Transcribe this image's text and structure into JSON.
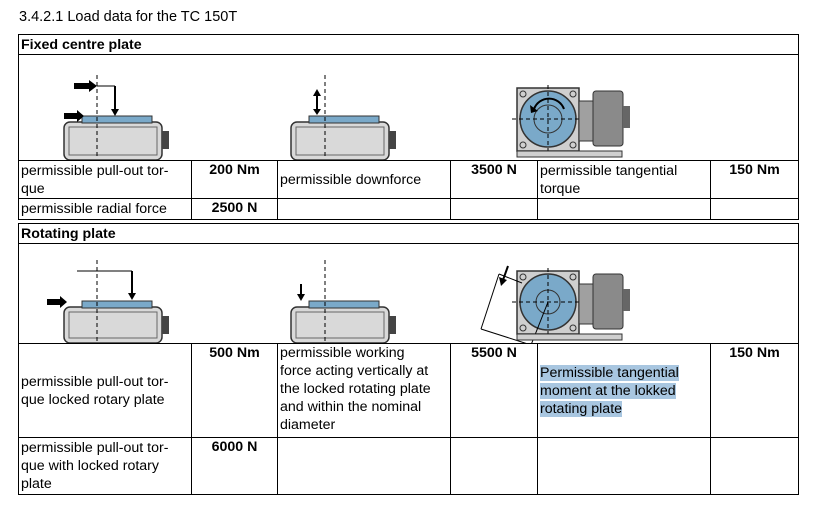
{
  "heading": "3.4.2.1 Load data for the TC 150T",
  "fixed": {
    "title": "Fixed centre plate",
    "row1": {
      "pullout_label": "permissible pull-out tor-\nque",
      "pullout_value": "200 Nm",
      "down_label": "permissible downforce",
      "down_value": "3500 N",
      "tang_label": "permissible tangential\ntorque",
      "tang_value": "150 Nm"
    },
    "row2": {
      "radial_label": "permissible radial force",
      "radial_value": "2500 N"
    }
  },
  "rotating": {
    "title": "Rotating plate",
    "row1": {
      "pullout_label": "permissible pull-out tor-\nque locked rotary plate",
      "pullout_value": "500 Nm",
      "force_label": "permissible working\nforce acting vertically at\nthe locked rotating plate\nand within the nominal\ndiameter",
      "force_value": "5500 N",
      "tang_label": "Permissible tangential\nmoment at the lokked\nrotating plate",
      "tang_value": "150 Nm"
    },
    "row2": {
      "pullout_label": "permissible pull-out tor-\nque with locked rotary\nplate",
      "pullout_value": "6000 N"
    }
  },
  "colors": {
    "plate": "#7aa9c9",
    "body": "#d9d9d9",
    "motor": "#8a8a8a",
    "highlight": "#a8c6e0"
  }
}
